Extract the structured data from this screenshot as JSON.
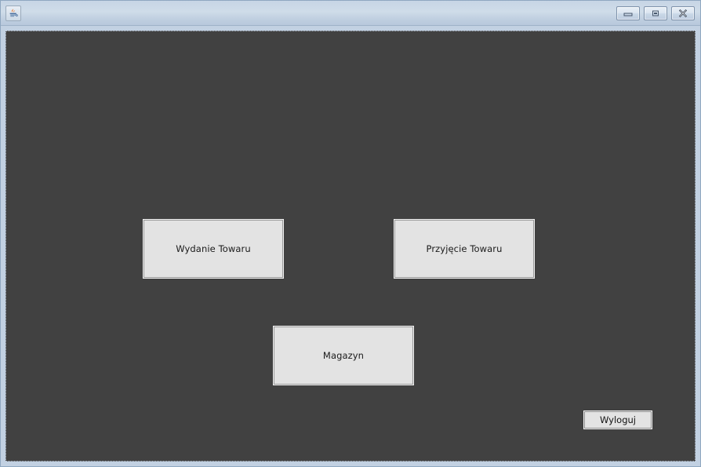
{
  "window": {
    "title": "",
    "icon": "java-coffee-cup-icon",
    "frame_color": "#c2d1e2",
    "content_background": "#414141",
    "button_face_color": "#e3e3e3"
  },
  "titlebar": {
    "controls": [
      {
        "name": "minimize",
        "glyph": "minimize-icon",
        "tooltip": "Minimize"
      },
      {
        "name": "maximize",
        "glyph": "maximize-icon",
        "tooltip": "Maximize"
      },
      {
        "name": "close",
        "glyph": "close-icon",
        "tooltip": "Close"
      }
    ]
  },
  "main": {
    "buttons": [
      {
        "id": "wydanie",
        "label": "Wydanie Towaru"
      },
      {
        "id": "przyjecie",
        "label": "Przyjęcie Towaru"
      },
      {
        "id": "magazyn",
        "label": "Magazyn"
      }
    ],
    "logout": {
      "label": "Wyloguj"
    }
  }
}
